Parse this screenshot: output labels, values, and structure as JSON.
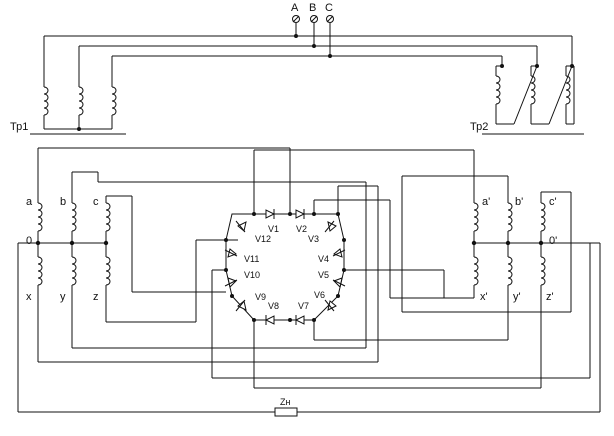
{
  "supply": {
    "phases": [
      "A",
      "B",
      "C"
    ]
  },
  "transformers": {
    "tr1": {
      "label": "Тр1"
    },
    "tr2": {
      "label": "Тр2"
    }
  },
  "secondary_left": {
    "top": [
      "a",
      "b",
      "c"
    ],
    "bottom": [
      "x",
      "y",
      "z"
    ],
    "neutral": "0"
  },
  "secondary_right": {
    "top": [
      "a'",
      "b'",
      "c'"
    ],
    "bottom": [
      "x'",
      "y'",
      "z'"
    ],
    "neutral": "0'"
  },
  "valves": [
    "V1",
    "V2",
    "V3",
    "V4",
    "V5",
    "V6",
    "V7",
    "V8",
    "V9",
    "V10",
    "V11",
    "V12"
  ],
  "load": {
    "label": "Zн"
  }
}
